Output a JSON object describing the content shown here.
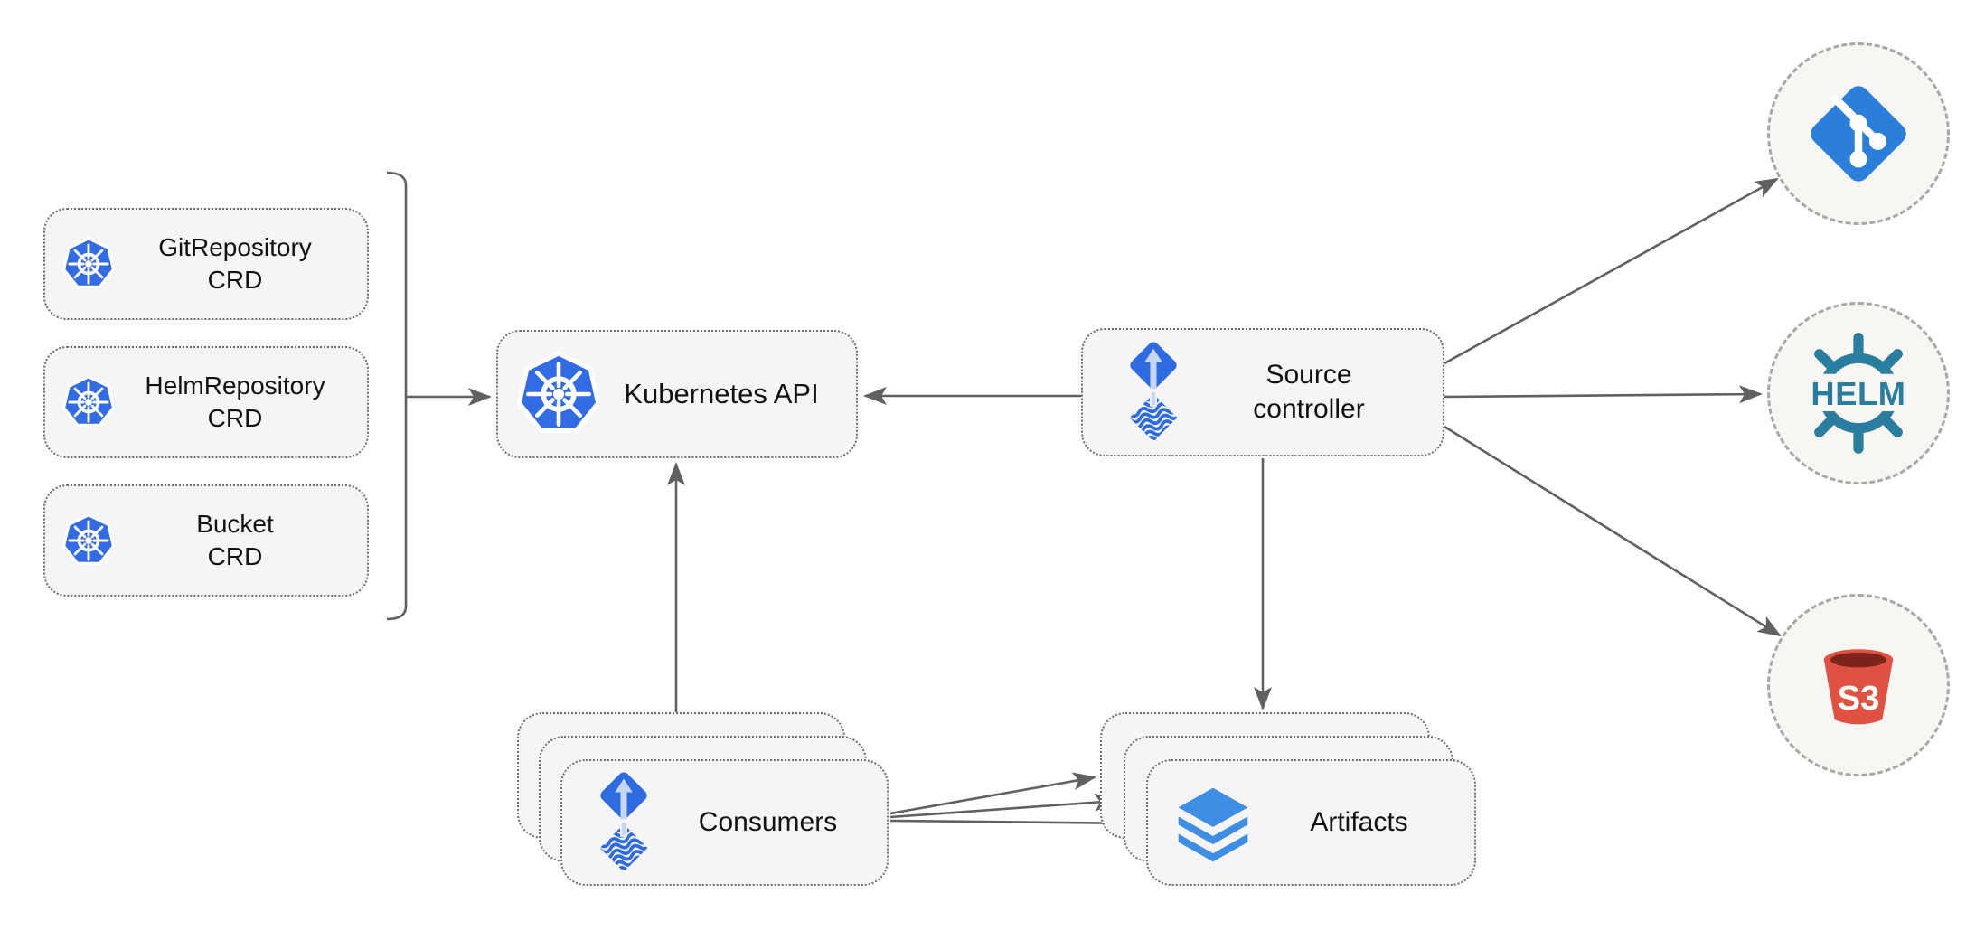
{
  "nodes": {
    "crd_boxes": [
      {
        "line1": "GitRepository",
        "line2": "CRD"
      },
      {
        "line1": "HelmRepository",
        "line2": "CRD"
      },
      {
        "line1": "Bucket",
        "line2": "CRD"
      }
    ],
    "kubernetes_api": {
      "label": "Kubernetes API"
    },
    "source_controller": {
      "line1": "Source",
      "line2": "controller"
    },
    "consumers": {
      "label": "Consumers"
    },
    "artifacts": {
      "label": "Artifacts"
    }
  },
  "external_targets": {
    "git": {
      "name": "git"
    },
    "helm": {
      "name": "helm",
      "text": "HELM"
    },
    "s3": {
      "name": "s3",
      "text": "S3"
    }
  },
  "colors": {
    "kubernetes_blue": "#326ce5",
    "flux_blue": "#2f6be0",
    "flux_arrow_light": "#c7d6f4",
    "git_blue": "#2b7fd9",
    "helm_teal": "#2a7d9f",
    "s3_red": "#df5141",
    "s3_dark_rim": "#7b241c",
    "layers_blue": "#3e8ee4",
    "arrow_gray": "#616161",
    "node_fill": "#f5f5f6",
    "node_border_gray": "#6e6e6e",
    "circle_fill": "#f7f6f2",
    "circle_border_gray": "#a8a8a8"
  }
}
